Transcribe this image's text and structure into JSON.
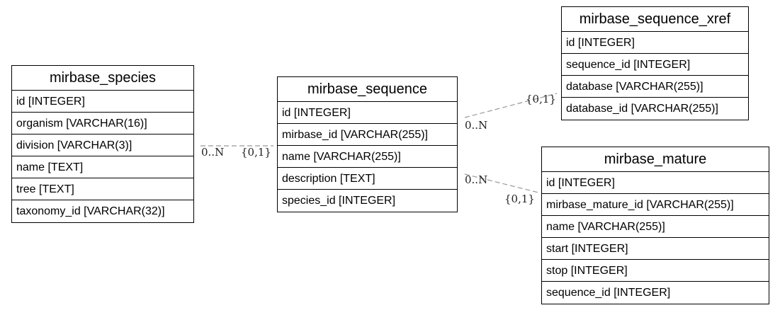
{
  "tables": {
    "species": {
      "name": "mirbase_species",
      "fields": [
        "id [INTEGER]",
        "organism [VARCHAR(16)]",
        "division [VARCHAR(3)]",
        "name [TEXT]",
        "tree [TEXT]",
        "taxonomy_id [VARCHAR(32)]"
      ]
    },
    "sequence": {
      "name": "mirbase_sequence",
      "fields": [
        "id [INTEGER]",
        "mirbase_id [VARCHAR(255)]",
        "name [VARCHAR(255)]",
        "description [TEXT]",
        "species_id [INTEGER]"
      ]
    },
    "xref": {
      "name": "mirbase_sequence_xref",
      "fields": [
        "id [INTEGER]",
        "sequence_id [INTEGER]",
        "database [VARCHAR(255)]",
        "database_id [VARCHAR(255)]"
      ]
    },
    "mature": {
      "name": "mirbase_mature",
      "fields": [
        "id [INTEGER]",
        "mirbase_mature_id [VARCHAR(255)]",
        "name [VARCHAR(255)]",
        "start [INTEGER]",
        "stop [INTEGER]",
        "sequence_id [INTEGER]"
      ]
    }
  },
  "relationships": {
    "species_sequence": {
      "many": "0..N",
      "one": "{0,1}"
    },
    "sequence_xref": {
      "many": "0..N",
      "one": "{0,1}"
    },
    "sequence_mature": {
      "many": "0..N",
      "one": "{0,1}"
    }
  },
  "colors": {
    "border": "#000000",
    "link": "#999999"
  }
}
